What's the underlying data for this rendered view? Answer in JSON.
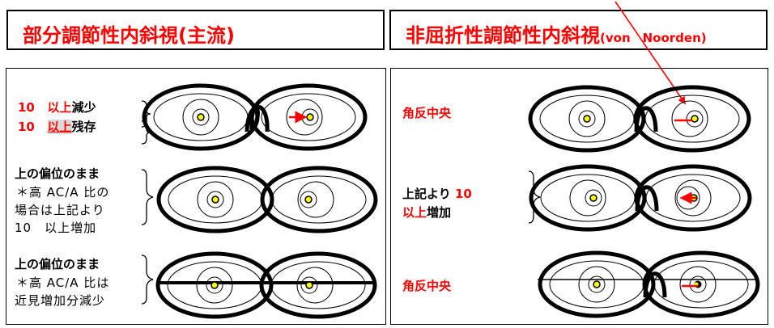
{
  "left_title": "部分調節性内斜視(主流)",
  "right_title_main": "非屈折性調節性内斜視",
  "right_title_sub": "(von　Noorden)",
  "left_rows": [
    {
      "line1_num": "10",
      "line1_a": "以上",
      "line1_b": "減少",
      "line2_num": "10",
      "line2_a": "以上",
      "line2_b": "残存"
    },
    {
      "heading": "上の偏位のまま",
      "note1": "＊高 AC/A 比の",
      "note2": "場合は上記より",
      "note3": "10　以上増加"
    },
    {
      "heading": "上の偏位のまま",
      "note1": "＊高 AC/A 比は",
      "note2": "近見増加分減少"
    }
  ],
  "right_rows": [
    {
      "label": "角反中央"
    },
    {
      "label_a": "上記より",
      "label_num": "10",
      "label_b": "以上",
      "label_c": "増加"
    },
    {
      "label": "角反中央"
    }
  ],
  "colors": {
    "accent": "#ff0000",
    "pupil": "#ffff00"
  }
}
